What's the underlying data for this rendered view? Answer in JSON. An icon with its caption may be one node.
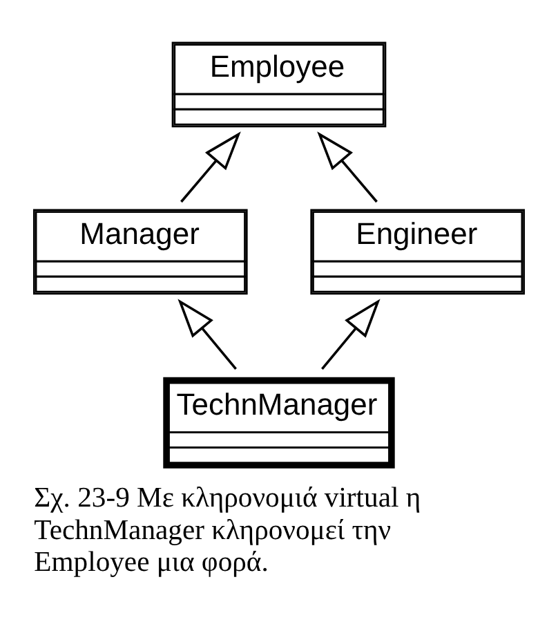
{
  "diagram": {
    "caption": "Σχ. 23-9 Με κληρονομιά virtual η TechnManager κληρονομεί την Employee μια φορά.",
    "nodes": [
      {
        "text": [
          "Employee"
        ]
      },
      {
        "text": [
          "Manager"
        ]
      },
      {
        "text": [
          "Engineer"
        ]
      },
      {
        "text": [
          "TechnManager"
        ]
      }
    ],
    "edges": [
      {
        "from": 1,
        "to": 0,
        "arrow": "to"
      },
      {
        "from": 2,
        "to": 0,
        "arrow": "to"
      },
      {
        "from": 3,
        "to": 1,
        "arrow": "to"
      },
      {
        "from": 3,
        "to": 2,
        "arrow": "to"
      }
    ]
  }
}
